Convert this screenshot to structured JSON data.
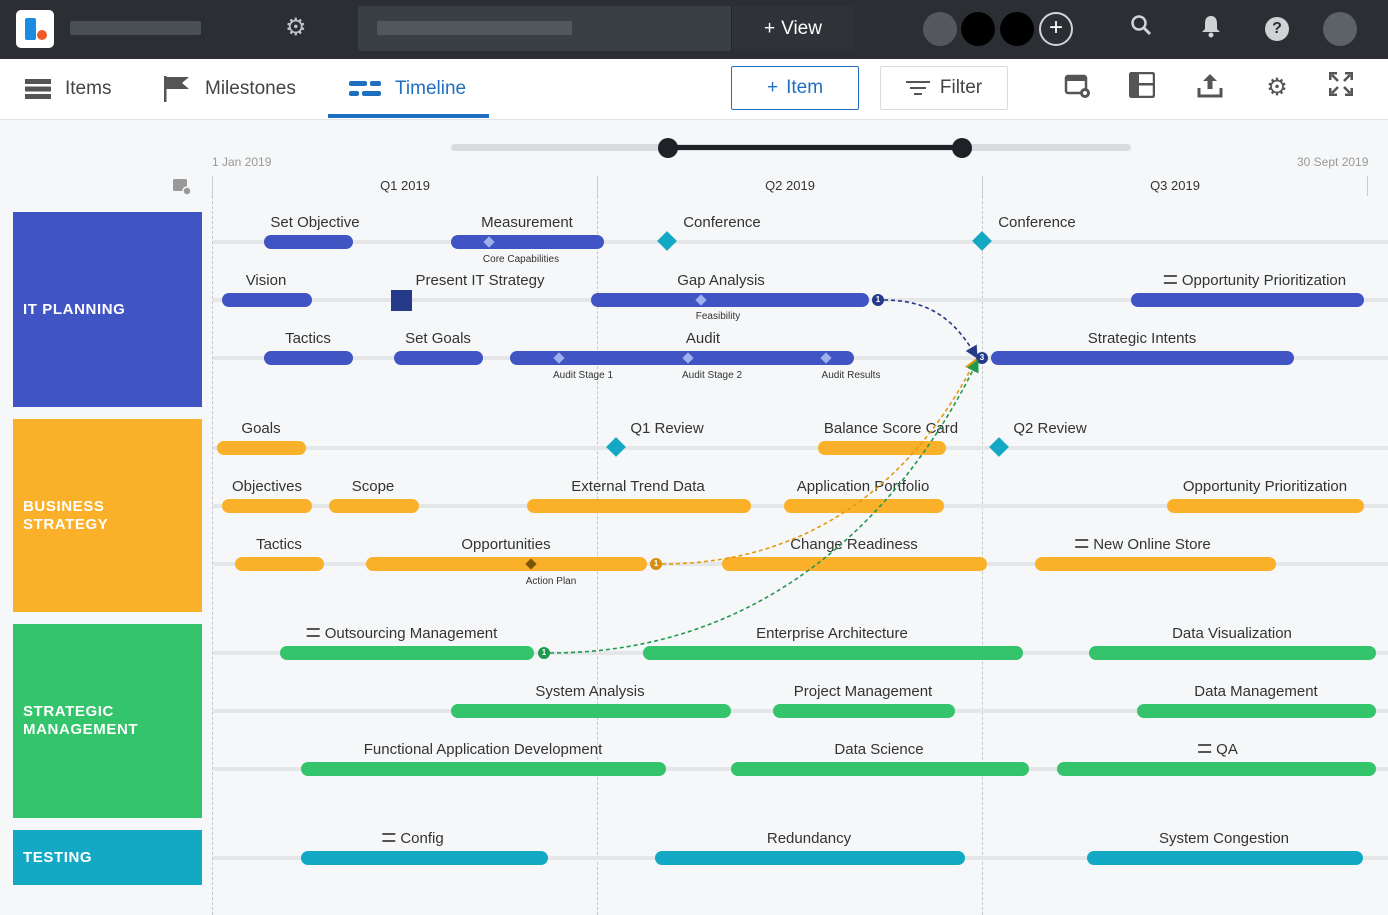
{
  "topbar": {
    "view_label": "View",
    "view_prefix": "+"
  },
  "toolbar": {
    "tabs": [
      {
        "label": "Items"
      },
      {
        "label": "Milestones"
      },
      {
        "label": "Timeline"
      }
    ],
    "add_item_label": "Item",
    "add_item_prefix": "+",
    "filter_label": "Filter"
  },
  "timeline": {
    "start_date": "1 Jan 2019",
    "end_date": "30 Sept 2019",
    "quarters": [
      "Q1 2019",
      "Q2 2019",
      "Q3 2019"
    ]
  },
  "lanes": [
    {
      "name": "IT PLANNING",
      "color": "#4054c3"
    },
    {
      "name": "BUSINESS\nSTRATEGY",
      "color": "#fbb02a"
    },
    {
      "name": "STRATEGIC\nMANAGEMENT",
      "color": "#33c46c"
    },
    {
      "name": "TESTING",
      "color": "#13a9c4"
    }
  ],
  "items": {
    "it": {
      "set_objective": "Set Objective",
      "measurement": "Measurement",
      "core_capabilities": "Core Capabilities",
      "conference_1": "Conference",
      "conference_2": "Conference",
      "vision": "Vision",
      "present_it_strategy": "Present IT Strategy",
      "gap_analysis": "Gap Analysis",
      "feasibility": "Feasibility",
      "opportunity_prioritization": "Opportunity Prioritization",
      "tactics": "Tactics",
      "set_goals": "Set Goals",
      "audit": "Audit",
      "audit_stage_1": "Audit Stage 1",
      "audit_stage_2": "Audit Stage 2",
      "audit_results": "Audit Results",
      "strategic_intents": "Strategic Intents"
    },
    "bs": {
      "goals": "Goals",
      "q1_review": "Q1 Review",
      "balance_score_card": "Balance Score Card",
      "q2_review": "Q2 Review",
      "objectives": "Objectives",
      "scope": "Scope",
      "external_trend_data": "External Trend Data",
      "application_portfolio": "Application Portfolio",
      "opportunity_prioritization": "Opportunity Prioritization",
      "tactics": "Tactics",
      "opportunities": "Opportunities",
      "action_plan": "Action Plan",
      "change_readiness": "Change Readiness",
      "new_online_store": "New Online Store"
    },
    "sm": {
      "outsourcing_management": "Outsourcing Management",
      "enterprise_architecture": "Enterprise Architecture",
      "data_visualization": "Data Visualization",
      "system_analysis": "System Analysis",
      "project_management": "Project Management",
      "data_management": "Data Management",
      "functional_application_development": "Functional Application Development",
      "data_science": "Data Science",
      "qa": "QA"
    },
    "testing": {
      "config": "Config",
      "redundancy": "Redundancy",
      "system_congestion": "System Congestion"
    }
  },
  "dependency_nodes": {
    "n1": "1",
    "n3": "3"
  }
}
